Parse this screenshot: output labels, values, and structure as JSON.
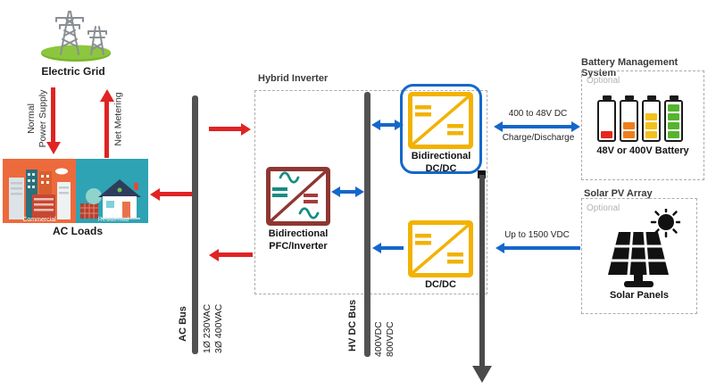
{
  "colors": {
    "red": "#E02323",
    "blue": "#1567C9",
    "maroon": "#8E3732",
    "teal": "#178C84",
    "yellow": "#F2B200",
    "bus_gray": "#525252",
    "dash_gray": "#ABABAB",
    "battery_red": "#E5271D",
    "battery_orange": "#EF7D1C",
    "battery_yellow": "#F2C01D",
    "battery_green": "#55B42F",
    "grid_green": "#8CC63E",
    "loads_orange": "#EC6A3C",
    "loads_teal": "#2EA3B4",
    "dark_arrow": "#4A4A4A"
  },
  "grid": {
    "label": "Electric Grid",
    "supply_line1": "Normal",
    "supply_line2": "Power Supply",
    "net_metering": "Net Metering"
  },
  "loads": {
    "label": "AC Loads",
    "commercial": "Commercial",
    "residential": "Residential"
  },
  "ac_bus": {
    "name": "AC Bus",
    "v1": "1Ø 230VAC",
    "v2": "3Ø 400VAC"
  },
  "inverter": {
    "title": "Hybrid Inverter",
    "pfc_line1": "Bidirectional",
    "pfc_line2": "PFC/Inverter",
    "bdc_line1": "Bidirectional",
    "bdc_line2": "DC/DC",
    "dcdc": "DC/DC"
  },
  "dc_bus": {
    "name": "HV DC Bus",
    "v1": "400VDC",
    "v2": "800VDC"
  },
  "battery": {
    "title": "Battery Management System",
    "optional": "Optional",
    "label": "48V or 400V Battery"
  },
  "solar": {
    "title": "Solar PV Array",
    "optional": "Optional",
    "label": "Solar Panels"
  },
  "links": {
    "battery_top": "400 to 48V DC",
    "battery_bottom": "Charge/Discharge",
    "solar": "Up to 1500 VDC"
  }
}
